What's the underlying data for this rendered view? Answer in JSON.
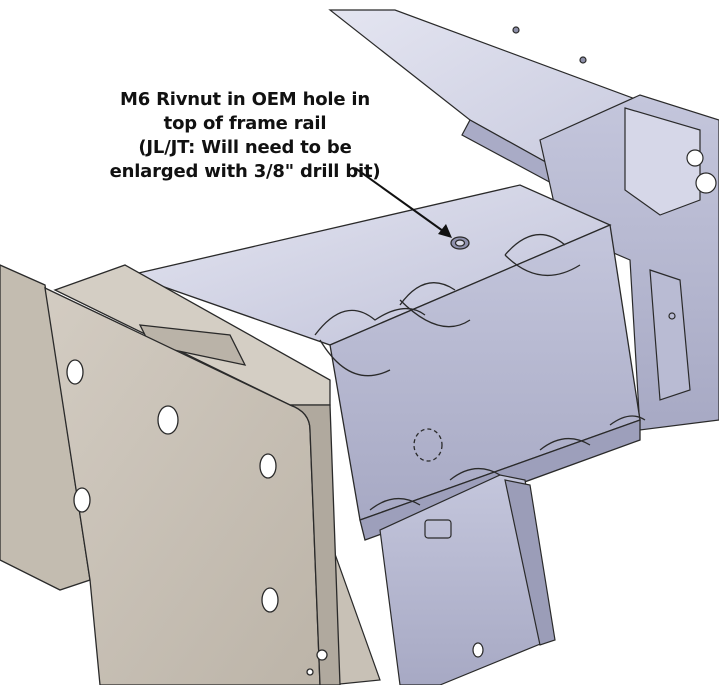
{
  "annotation": {
    "lines": [
      "M6 Rivnut in OEM hole in",
      "top of frame rail",
      "(JL/JT: Will need to be",
      "enlarged with 3/8\" drill bit)"
    ]
  },
  "colors": {
    "frame_steel": "#c9cbe0",
    "frame_shadow": "#a9abc6",
    "bracket_plate": "#c8c1b6",
    "bracket_edge": "#b3aca1",
    "outline": "#2a2a2a",
    "text": "#111111"
  }
}
